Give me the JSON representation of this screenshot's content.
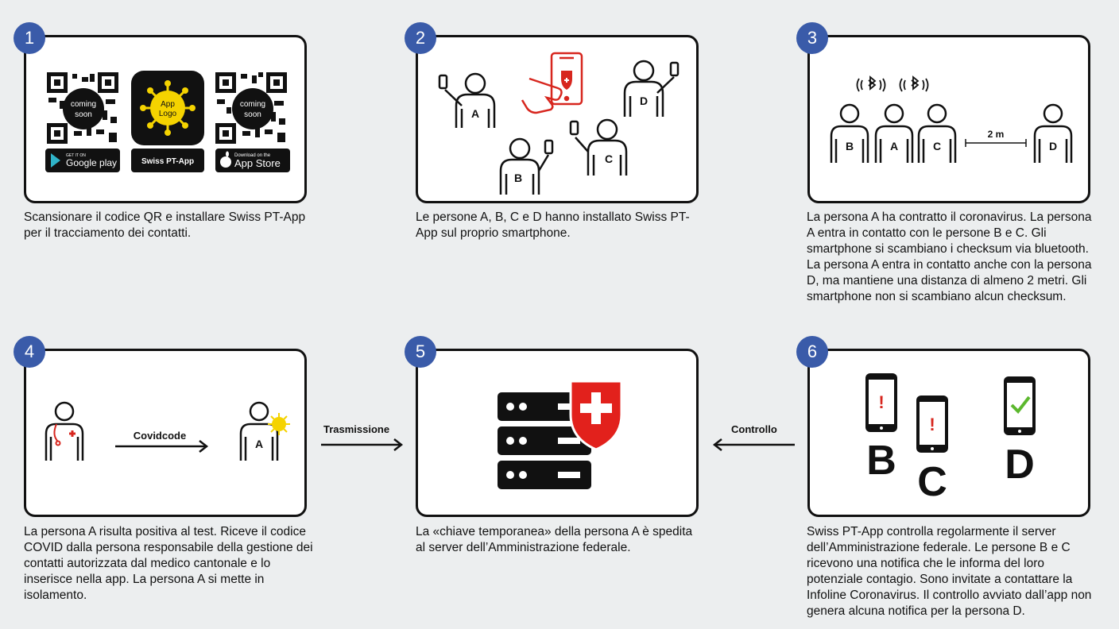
{
  "steps": [
    {
      "number": "1",
      "caption": "Scansionare il codice QR e installare Swiss PT-App per il tracciamento dei contatti."
    },
    {
      "number": "2",
      "caption": "Le persone A, B, C e D hanno installato Swiss PT-App sul proprio smartphone."
    },
    {
      "number": "3",
      "caption": "La persona A ha contratto il coronavirus. La persona A entra in contatto con le persone B e C. Gli smartphone si scambiano i checksum via bluetooth. La persona A entra in contatto anche con la persona D, ma mantiene una distanza di almeno 2 metri. Gli smartphone non si scambiano alcun checksum."
    },
    {
      "number": "4",
      "caption": "La persona A risulta positiva al test. Riceve il codice COVID dalla persona responsabile della gestione dei contatti autorizzata dal medico cantonale e lo inserisce nella app. La persona A si mette in isolamento."
    },
    {
      "number": "5",
      "caption": "La «chiave temporanea» della persona A è spedita al server dell’Amministrazione federale."
    },
    {
      "number": "6",
      "caption": "Swiss PT-App controlla regolarmente il server dell’Amministrazione federale. Le persone B e C ricevono una notifica che le informa del loro potenziale contagio. Sono invitate a contattare la Infoline Coronavirus. Il controllo avviato dall’app non genera alcuna notifica per la persona D."
    }
  ],
  "panel1": {
    "coming_soon_line1": "coming",
    "coming_soon_line2": "soon",
    "app_logo_line1": "App",
    "app_logo_line2": "Logo",
    "google_play_small": "GET IT ON",
    "google_play": "Google play",
    "app_name": "Swiss PT-App",
    "app_store_small": "Download on the",
    "app_store": "App Store"
  },
  "panel2": {
    "persons": [
      "A",
      "B",
      "C",
      "D"
    ]
  },
  "panel3": {
    "persons": [
      "B",
      "A",
      "C",
      "D"
    ],
    "distance": "2 m"
  },
  "panel4": {
    "covidcode": "Covidcode",
    "person": "A"
  },
  "panel6": {
    "persons": [
      "B",
      "C",
      "D"
    ],
    "alert": "!"
  },
  "arrows": {
    "transmission": "Trasmissione",
    "check": "Controllo"
  },
  "colors": {
    "badge": "#3a5ba9",
    "accent_red": "#d7261e",
    "swiss_red": "#e2211c",
    "yellow": "#f5d300",
    "check_green": "#5cb82e"
  }
}
